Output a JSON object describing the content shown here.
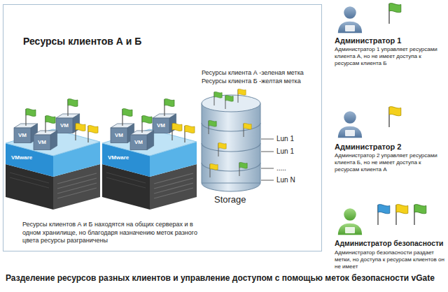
{
  "diagram": {
    "caption": "Разделение ресурсов разных клиентов и управление доступом с помощью меток безопасности vGate",
    "nodes": [
      {
        "text": [
          "Ресурсы клиентов А и Б"
        ]
      }
    ],
    "labels": [
      "Ресурсы клиента А -зеленая метка",
      "Ресурсы клиента Б -желтая метка",
      "VM",
      "VM",
      "VM",
      "VMware",
      "VM",
      "VM",
      "VM",
      "VMware",
      "Lun 1",
      "Lun 1",
      ".....",
      "Lun N",
      "Storage",
      "Ресурсы клиентов А и Б находятся на общих серверах и в одном хранилище, но благодаря назначению меток разного цвета ресурсы разграничены",
      "Администратор 1",
      "Администратор 1 управляет ресурсами клиента А, но не имеет доступа к ресурсам клиента Б",
      "Администратор 2",
      "Администратор 2 управляет ресурсами клиента Б, но не имеет доступа к ресурсам клиента А",
      "Администратор безопасности",
      "Администратор безопасности раздает метки, но доступа к ресурсам клиентов он не имеет"
    ]
  }
}
